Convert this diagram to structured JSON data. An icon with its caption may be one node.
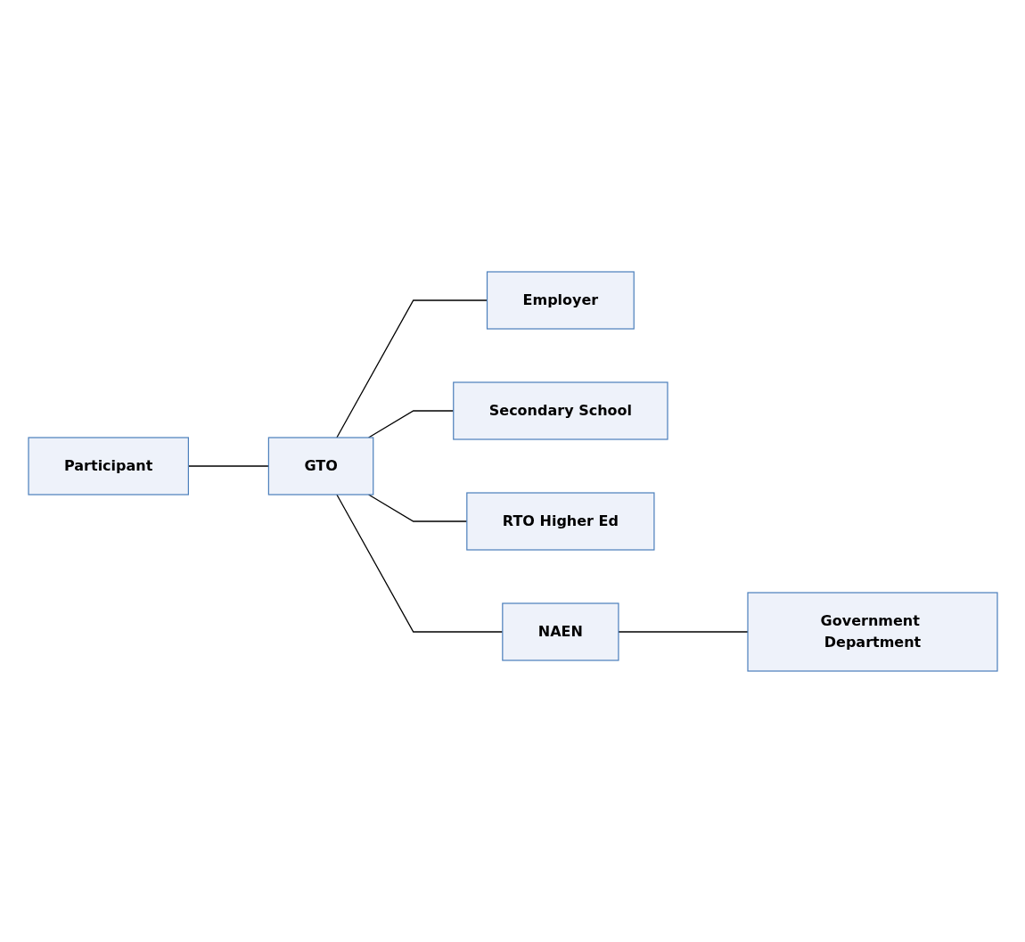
{
  "diagram": {
    "nodes": [
      {
        "text": [
          "Participant"
        ]
      },
      {
        "text": [
          "GTO"
        ]
      },
      {
        "text": [
          "Employer"
        ]
      },
      {
        "text": [
          "Secondary School"
        ]
      },
      {
        "text": [
          "RTO Higher Ed"
        ]
      },
      {
        "text": [
          "NAEN"
        ]
      },
      {
        "text": [
          "Government Department"
        ]
      }
    ],
    "edges": [
      {
        "from": 0,
        "to": 1,
        "arrow": "none"
      },
      {
        "from": 1,
        "to": 2,
        "arrow": "none"
      },
      {
        "from": 1,
        "to": 3,
        "arrow": "none"
      },
      {
        "from": 1,
        "to": 4,
        "arrow": "none"
      },
      {
        "from": 1,
        "to": 5,
        "arrow": "none"
      },
      {
        "from": 5,
        "to": 6,
        "arrow": "none"
      }
    ]
  }
}
